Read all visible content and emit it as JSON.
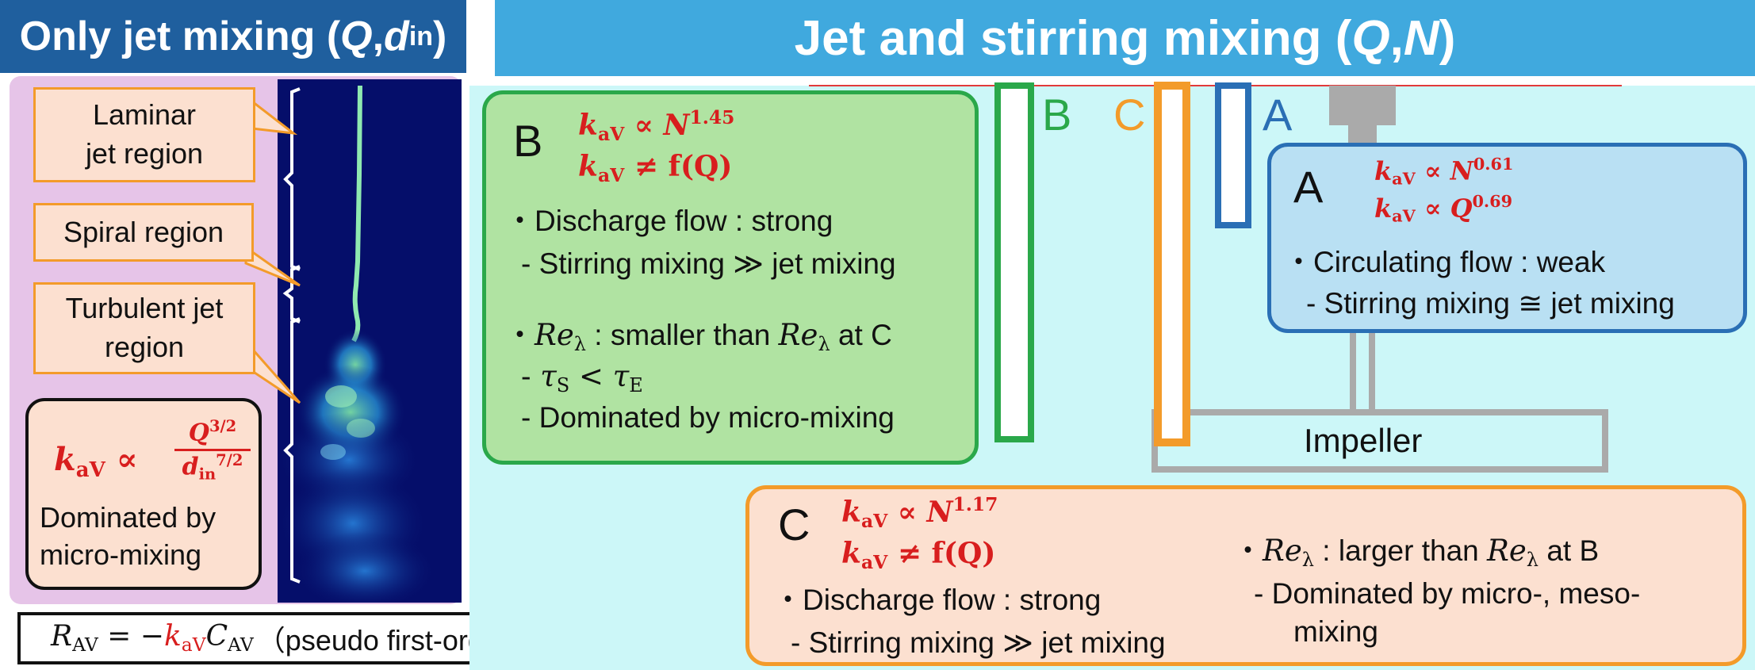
{
  "headers": {
    "left_main": "Only jet mixing (",
    "left_q": "Q",
    "left_sep": ", ",
    "left_d": "d",
    "left_sub": "in",
    "left_end": ")",
    "right_main": "Jet and stirring mixing (",
    "right_q": "Q",
    "right_sep": ", ",
    "right_n": "N",
    "right_end": ")"
  },
  "left": {
    "callouts": {
      "laminar_1": "Laminar",
      "laminar_2": "jet region",
      "spiral": "Spiral region",
      "turbulent_1": "Turbulent jet",
      "turbulent_2": "region"
    },
    "formula": {
      "k": "k",
      "k_sub": "aV",
      "prop": "∝",
      "num": "Q",
      "num_exp": "3/2",
      "den": "d",
      "den_sub": "in",
      "den_exp": "7/2",
      "line1": "Dominated by",
      "line2": "micro-mixing"
    }
  },
  "equation": {
    "r": "R",
    "r_sub": "AV",
    "eq": " = −",
    "k": "k",
    "k_sub": "aV",
    "c": "C",
    "c_sub": "AV",
    "note": "（pseudo first-order reaction）"
  },
  "pipe_labels": {
    "b": "B",
    "c": "C",
    "a": "A"
  },
  "impeller_label": "Impeller",
  "box_b": {
    "letter": "B",
    "eq1_exp": "1.45",
    "eq1_var": "N",
    "eq2": "≠ f(Q)",
    "bullet1": "・Discharge flow : strong",
    "sub1": "- Stirring mixing ≫ jet mixing",
    "bullet2_pre": "・",
    "re": "Re",
    "lambda": "λ",
    "bullet2_mid": " : smaller than ",
    "bullet2_end": " at C",
    "tau_line_pre": "- ",
    "tau_s": "S",
    "tau_e": "E",
    "sub3": "- Dominated by micro-mixing"
  },
  "box_a": {
    "letter": "A",
    "eq1_var": "N",
    "eq1_exp": "0.61",
    "eq2_var": "Q",
    "eq2_exp": "0.69",
    "bullet1": "・Circulating flow : weak",
    "sub1": "- Stirring mixing ≅ jet mixing"
  },
  "box_c": {
    "letter": "C",
    "eq1_var": "N",
    "eq1_exp": "1.17",
    "eq2": "≠ f(Q)",
    "bullet1": "・Discharge flow : strong",
    "sub1": "- Stirring mixing ≫ jet mixing",
    "bullet2_pre": "・",
    "bullet2_mid": " : larger than ",
    "bullet2_end": " at B",
    "sub2a": "- Dominated by micro-, meso-",
    "sub2b": "mixing"
  },
  "colors": {
    "left_header": "#1f5f9e",
    "right_header": "#40a9de",
    "red": "#d81e1e",
    "green": "#2aa84a",
    "orange": "#f39b2a",
    "blue": "#2a6fb5"
  }
}
